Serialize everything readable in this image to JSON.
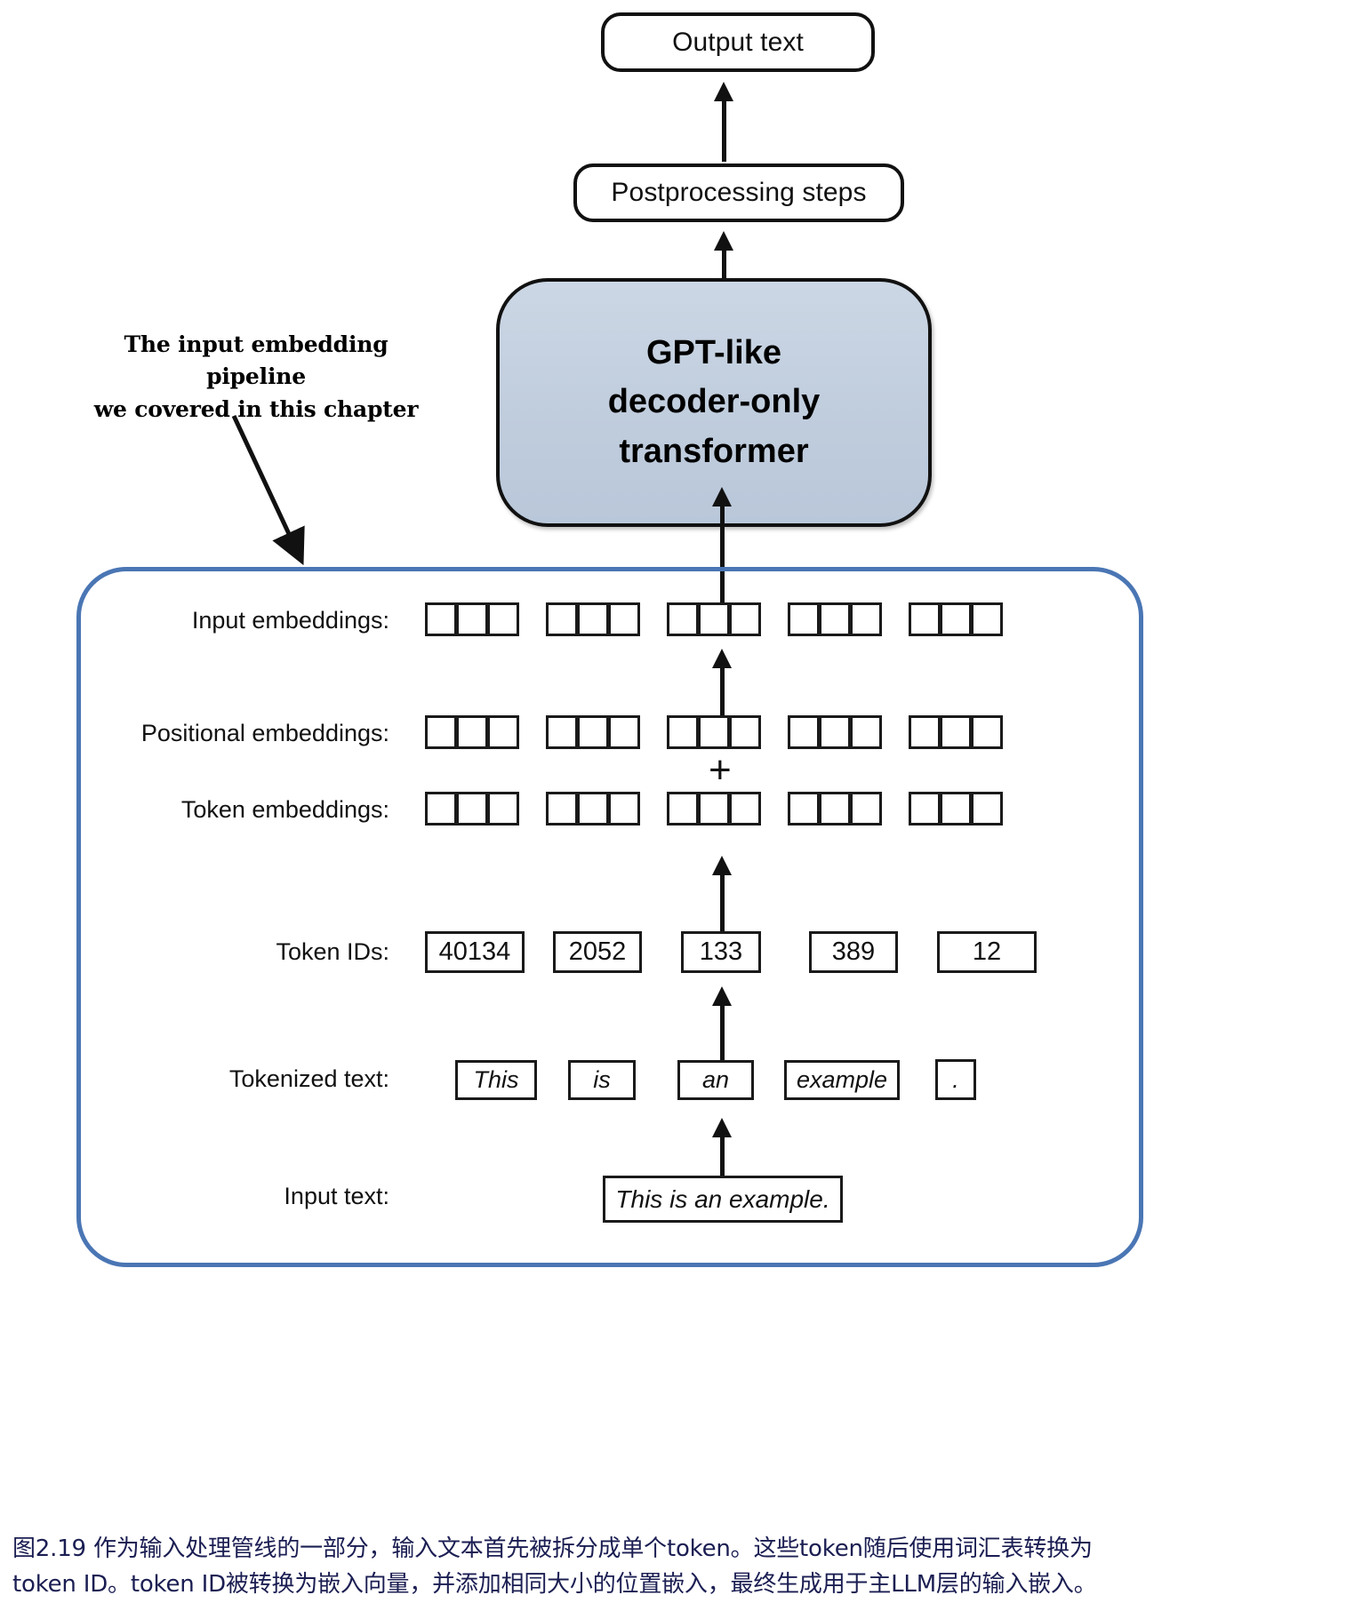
{
  "diagram": {
    "output_text": "Output text",
    "postprocessing": "Postprocessing steps",
    "transformer": "GPT-like\ndecoder-only\ntransformer",
    "annotation": "The input embedding pipeline\nwe covered in this chapter",
    "rows": {
      "input_embeddings_label": "Input embeddings:",
      "positional_embeddings_label": "Positional embeddings:",
      "token_embeddings_label": "Token embeddings:",
      "token_ids_label": "Token IDs:",
      "tokenized_text_label": "Tokenized text:",
      "input_text_label": "Input text:"
    },
    "plus_symbol": "+",
    "token_ids": [
      "40134",
      "2052",
      "133",
      "389",
      "12"
    ],
    "tokens": [
      "This",
      "is",
      "an",
      "example",
      "."
    ],
    "input_text": "This is an example.",
    "embedding_groups": 5,
    "embedding_cells_per_group": 3,
    "colors": {
      "transformer_fill": "#c3ceda",
      "container_border": "#4a76b4",
      "stroke": "#111111",
      "caption_text": "#1b1e52"
    }
  },
  "caption": {
    "line1": "图2.19 作为输入处理管线的一部分，输入文本首先被拆分成单个token。这些token随后使用词汇表转换为",
    "line2": "token ID。token ID被转换为嵌入向量，并添加相同大小的位置嵌入，最终生成用于主LLM层的输入嵌入。"
  }
}
